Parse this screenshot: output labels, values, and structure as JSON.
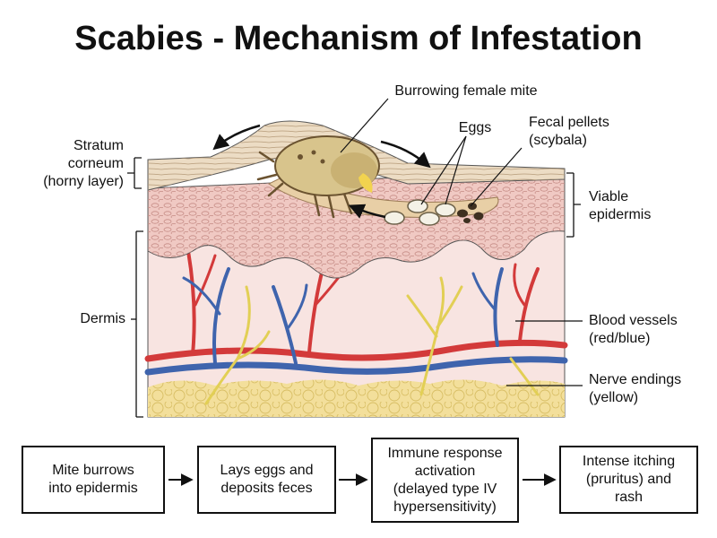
{
  "title": "Scabies - Mechanism of Infestation",
  "labels": {
    "mite": "Burrowing female mite",
    "eggs": "Eggs",
    "fecal": [
      "Fecal pellets",
      "(scybala)"
    ],
    "stratum": [
      "Stratum",
      "corneum",
      "(horny layer)"
    ],
    "viable": [
      "Viable",
      "epidermis"
    ],
    "dermis": "Dermis",
    "blood": [
      "Blood vessels",
      "(red/blue)"
    ],
    "nerve": [
      "Nerve endings",
      "(yellow)"
    ]
  },
  "flow": [
    {
      "lines": [
        "Mite burrows",
        "into epidermis"
      ]
    },
    {
      "lines": [
        "Lays eggs and",
        "deposits feces"
      ]
    },
    {
      "lines": [
        "Immune response",
        "activation",
        "(delayed type IV",
        "hypersensitivity)"
      ]
    },
    {
      "lines": [
        "Intense itching",
        "(pruritus) and",
        "rash"
      ]
    }
  ],
  "colors": {
    "corneum": "#ecdcc4",
    "epidermis": "#f0c9c3",
    "dermis": "#f8e4e1",
    "fat": "#f3df9b",
    "artery": "#d33a3a",
    "vein": "#3f64ad",
    "nerve": "#e2cf55",
    "mite": "#d8c48c"
  }
}
